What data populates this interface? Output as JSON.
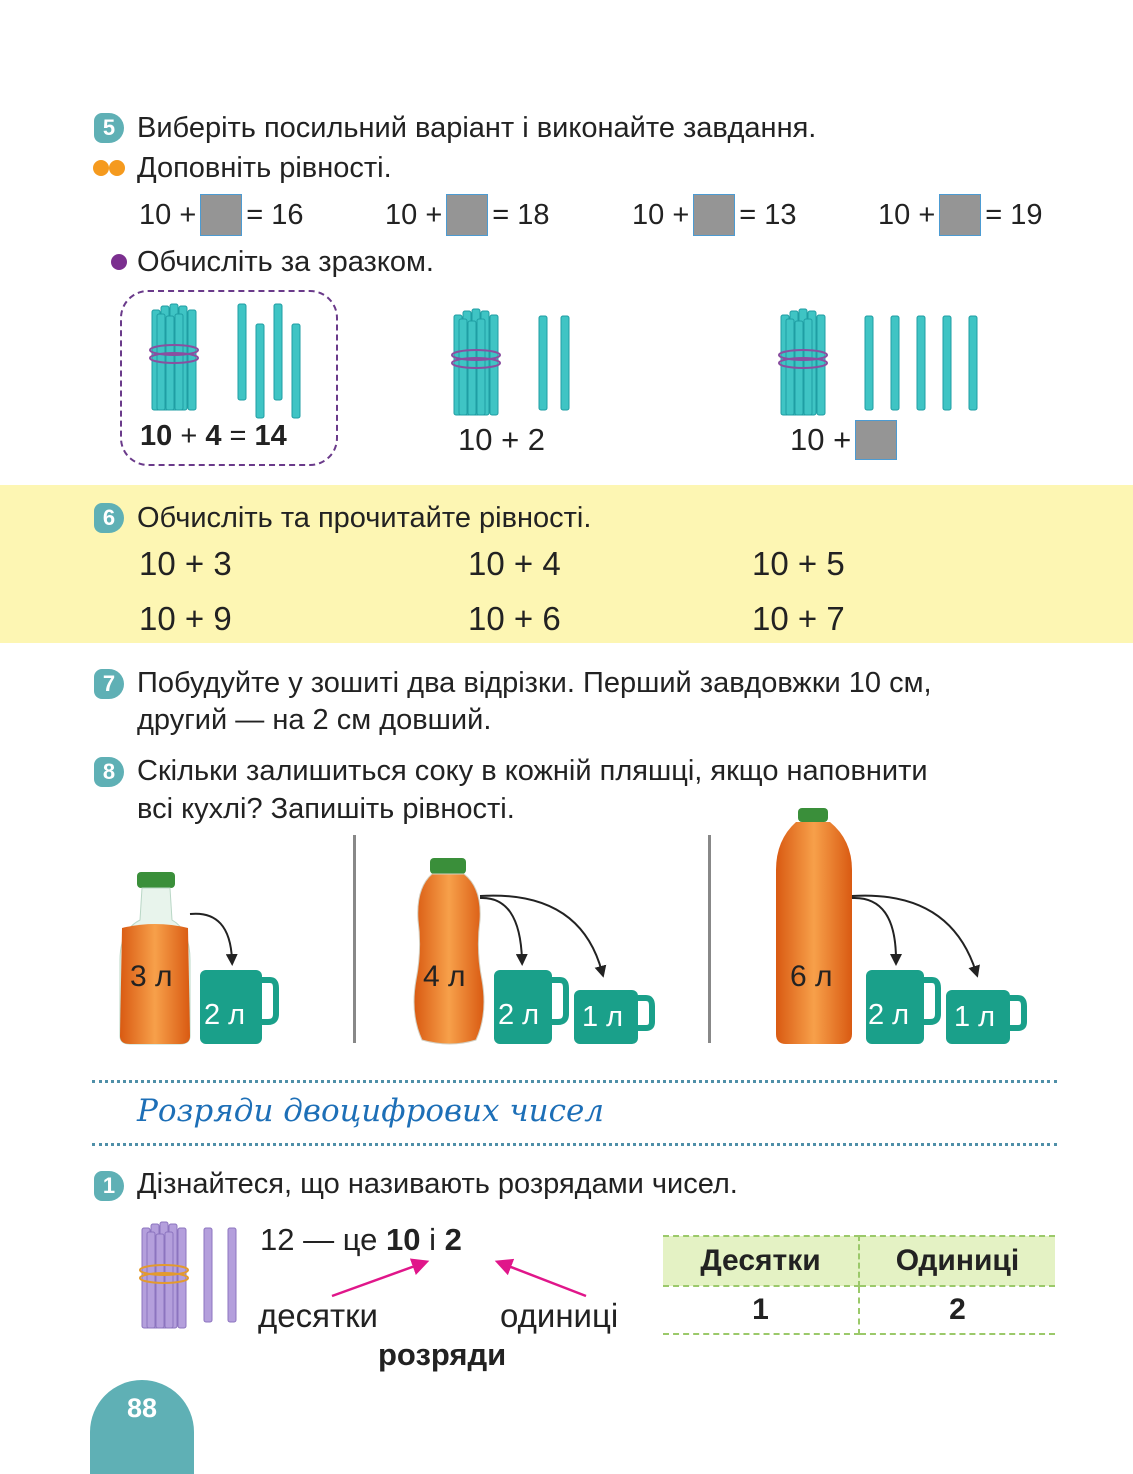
{
  "task5": {
    "badge": "5",
    "text": "Виберіть посильний варіант і виконайте завдання.",
    "level2_text": "Доповніть рівності.",
    "equations": [
      {
        "left": "10 +",
        "right": "= 16"
      },
      {
        "left": "10 +",
        "right": "= 18"
      },
      {
        "left": "10 +",
        "right": "= 13"
      },
      {
        "left": "10 +",
        "right": "= 19"
      }
    ],
    "level1_text": "Обчисліть за зразком.",
    "sample": {
      "a": "10",
      "plus": "+",
      "b": "4",
      "eq": "=",
      "c": "14"
    },
    "item2": "10 + 2",
    "item3_left": "10 +"
  },
  "task6": {
    "badge": "6",
    "text": "Обчисліть та прочитайте рівності.",
    "expressions": [
      "10 + 3",
      "10 + 4",
      "10 + 5",
      "10 + 9",
      "10 + 6",
      "10 + 7"
    ]
  },
  "task7": {
    "badge": "7",
    "line1": "Побудуйте у зошиті два відрізки. Перший завдовжки 10 см,",
    "line2": "другий — на 2 см довший."
  },
  "task8": {
    "badge": "8",
    "line1": "Скільки залишиться соку в кожній пляшці, якщо наповнити",
    "line2": "всі кухлі? Запишіть рівності.",
    "bottles": [
      "3 л",
      "4 л",
      "6 л"
    ],
    "cups": [
      "2 л",
      "2 л",
      "1 л",
      "2 л",
      "1 л"
    ]
  },
  "section": {
    "title": "Розряди двоцифрових чисел"
  },
  "task1": {
    "badge": "1",
    "text": "Дізнайтеся, що називають розрядами чисел.",
    "statement_prefix": "12 — це",
    "tens_value": "10",
    "conj": "і",
    "ones_value": "2",
    "label_tens": "десятки",
    "label_ones": "одиниці",
    "label_digits": "розряди",
    "table": {
      "headers": [
        "Десятки",
        "Одиниці"
      ],
      "values": [
        "1",
        "2"
      ]
    }
  },
  "page_number": "88",
  "colors": {
    "teal": "#5fb0b5",
    "yellow_band": "#fdf6b3",
    "orange_dots": "#f59a1e",
    "purple_dot": "#7b2f8f",
    "table_header": "#e4f2c4",
    "arrow_pink": "#e0168a",
    "title_blue": "#1d6fb7"
  }
}
